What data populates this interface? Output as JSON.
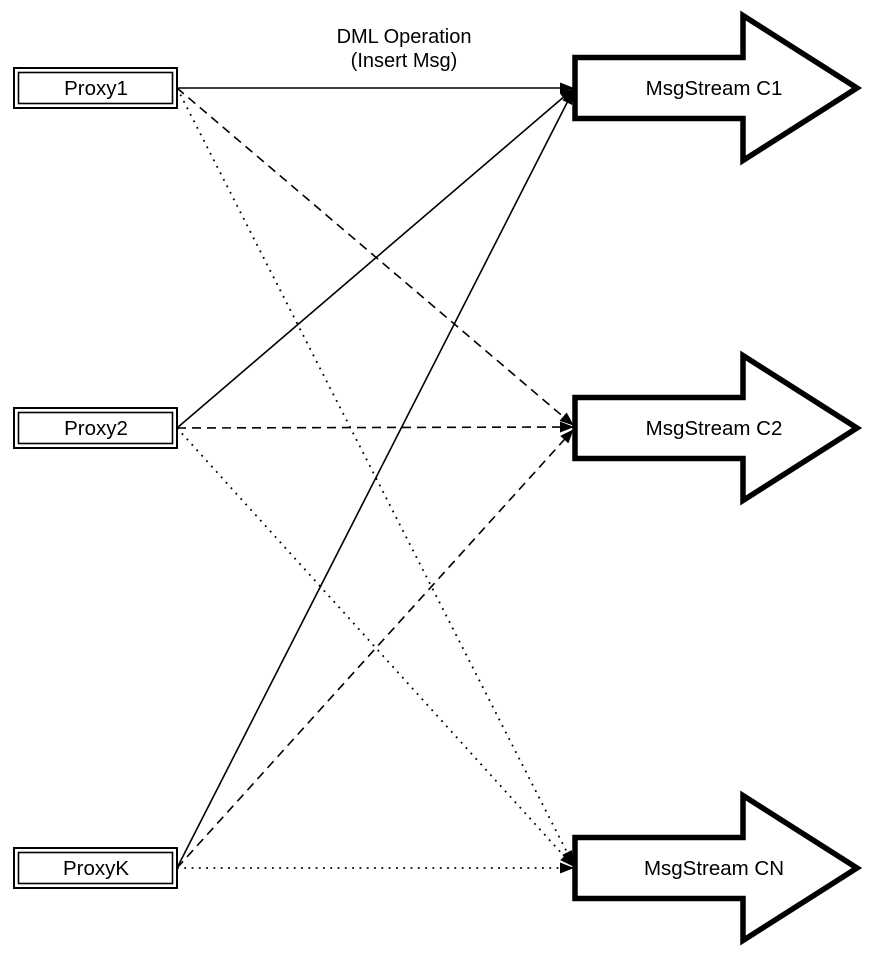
{
  "diagram": {
    "title": {
      "line1": "DML Operation",
      "line2": "(Insert Msg)"
    },
    "proxies": [
      {
        "id": "proxy1",
        "label": "Proxy1"
      },
      {
        "id": "proxy2",
        "label": "Proxy2"
      },
      {
        "id": "proxyk",
        "label": "ProxyK"
      }
    ],
    "streams": [
      {
        "id": "c1",
        "label": "MsgStream C1",
        "incoming_line_style": "solid"
      },
      {
        "id": "c2",
        "label": "MsgStream C2",
        "incoming_line_style": "dashed"
      },
      {
        "id": "cn",
        "label": "MsgStream CN",
        "incoming_line_style": "dotted"
      }
    ],
    "edges": [
      {
        "from": "proxy1",
        "to": "c1",
        "style": "solid"
      },
      {
        "from": "proxy1",
        "to": "c2",
        "style": "dashed"
      },
      {
        "from": "proxy1",
        "to": "cn",
        "style": "dotted"
      },
      {
        "from": "proxy2",
        "to": "c1",
        "style": "solid"
      },
      {
        "from": "proxy2",
        "to": "c2",
        "style": "dashed"
      },
      {
        "from": "proxy2",
        "to": "cn",
        "style": "dotted"
      },
      {
        "from": "proxyk",
        "to": "c1",
        "style": "solid"
      },
      {
        "from": "proxyk",
        "to": "c2",
        "style": "dashed"
      },
      {
        "from": "proxyk",
        "to": "cn",
        "style": "dotted"
      }
    ]
  },
  "colors": {
    "ink": "#000000",
    "background": "#ffffff"
  }
}
